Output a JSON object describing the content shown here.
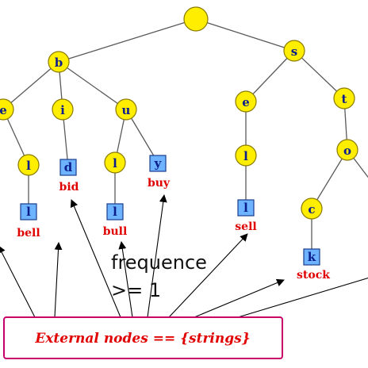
{
  "colors": {
    "internal_node": "#ffee00",
    "external_node": "#6db3ff",
    "node_letter": "#0b1e8c",
    "word_label": "#e00000",
    "box_border": "#c8006a"
  },
  "trie": {
    "root": "",
    "internal_nodes": [
      "b",
      "e",
      "i",
      "u",
      "l",
      "l",
      "s",
      "e",
      "l",
      "t",
      "o",
      "c"
    ],
    "external_nodes": [
      "d",
      "l",
      "l",
      "y",
      "l",
      "k"
    ],
    "words": [
      "bid",
      "buy",
      "bell",
      "bull",
      "sell",
      "stock"
    ]
  },
  "annotation": {
    "line1": "frequence",
    "line2": ">= 1"
  },
  "external_box": {
    "label": "External nodes == {strings}"
  }
}
